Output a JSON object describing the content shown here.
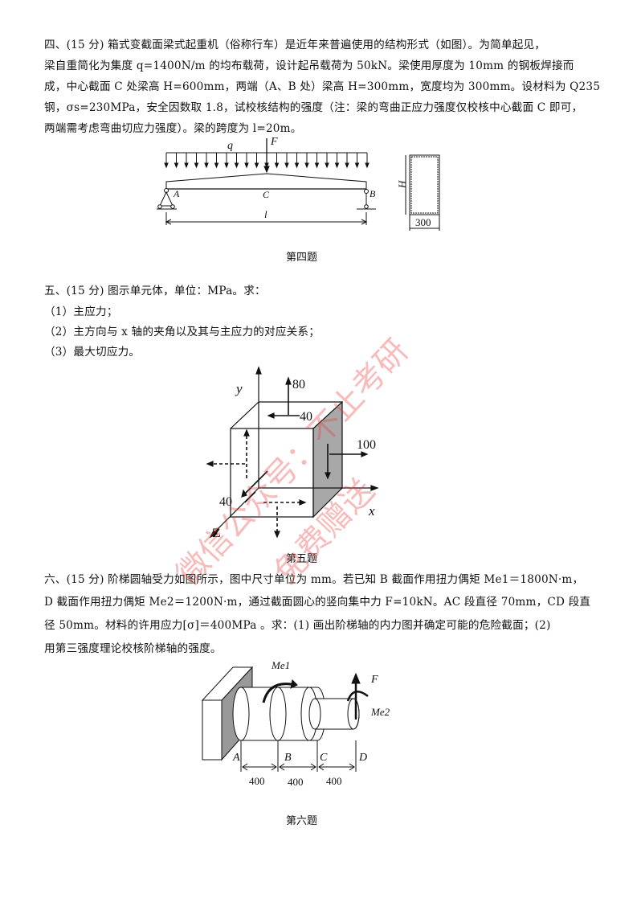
{
  "q4": {
    "lines": [
      "四、(15 分) 箱式变截面梁式起重机（俗称行车）是近年来普遍使用的结构形式（如图）。为简单起见，",
      "梁自重简化为集度 q=1400N/m 的均布载荷，设计起吊载荷为 50kN。梁使用厚度为 10mm 的钢板焊接而",
      "成，中心截面 C 处梁高 H=600mm，两端（A、B 处）梁高 H=300mm，宽度均为 300mm。设材料为 Q235",
      "钢，σs=230MPa，安全因数取 1.8，试校核结构的强度（注：梁的弯曲正应力强度仅校核中心截面 C 即可，",
      "两端需考虑弯曲切应力强度）。梁的跨度为 l=20m。"
    ],
    "figure": {
      "q": "q",
      "F": "F",
      "A": "A",
      "B": "B",
      "C": "C",
      "l": "l",
      "H": "H",
      "width": "300"
    },
    "caption": "第四题"
  },
  "q5": {
    "lines": [
      "五、(15 分) 图示单元体，单位：MPa。求：",
      "（1）主应力；",
      "（2）主方向与 x 轴的夹角以及其与主应力的对应关系；",
      "（3）最大切应力。"
    ],
    "figure": {
      "y": "y",
      "x": "x",
      "z": "Z",
      "s80": "80",
      "t40top": "40",
      "s100": "100",
      "t40left": "40"
    },
    "caption": "第五题"
  },
  "q6": {
    "lines": [
      "六、(15 分) 阶梯圆轴受力如图所示，图中尺寸单位为 mm。若已知 B 截面作用扭力偶矩 Me1＝1800N·m，",
      "D 截面作用扭力偶矩 Me2＝1200N·m，通过截面圆心的竖向集中力 F=10kN。AC 段直径 70mm，CD 段直",
      "径 50mm。材料的许用应力[σ]＝400MPa 。求：(1) 画出阶梯轴的内力图并确定可能的危险截面；(2)",
      "用第三强度理论校核阶梯轴的强度。"
    ],
    "figure": {
      "Me1": "Me1",
      "Me2": "Me2",
      "F": "F",
      "A": "A",
      "B": "B",
      "C": "C",
      "D": "D",
      "d1": "400",
      "d2": "400",
      "d3": "400"
    },
    "caption": "第六题"
  },
  "watermark": {
    "line1": "微信公众号：不止考研",
    "line2": "免费赠送"
  }
}
